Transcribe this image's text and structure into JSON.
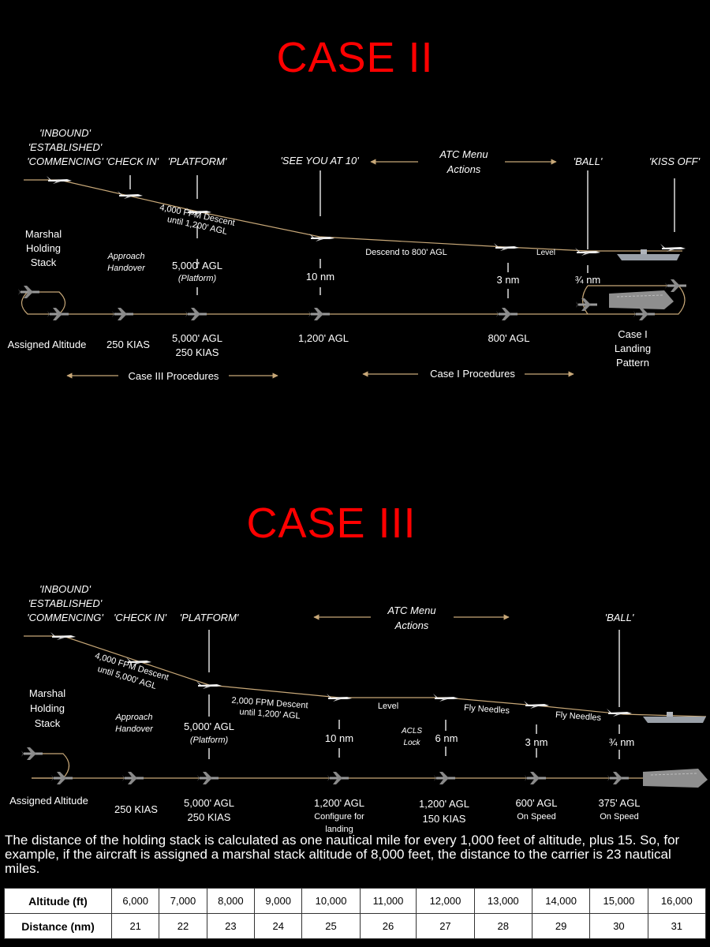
{
  "case2": {
    "title": "CASE II",
    "calls": {
      "inbound": "'INBOUND'",
      "established": "'ESTABLISHED'",
      "commencing": "'COMMENCING'",
      "check_in": "'CHECK IN'",
      "platform": "'PLATFORM'",
      "see_you": "'SEE YOU AT 10'",
      "ball": "'BALL'",
      "kiss_off": "'KISS OFF'"
    },
    "atc_menu": "ATC Menu",
    "atc_actions": "Actions",
    "descent_1": "4,000 FPM Descent",
    "descent_2": "until 1,200' AGL",
    "descend_800": "Descend to 800' AGL",
    "level": "Level",
    "marshal": [
      "Marshal",
      "Holding",
      "Stack"
    ],
    "approach": [
      "Approach",
      "Handover"
    ],
    "platform_alt": "5,000' AGL",
    "platform_paren": "(Platform)",
    "dist_10": "10 nm",
    "dist_3": "3 nm",
    "dist_34": "¾ nm",
    "assigned": "Assigned Altitude",
    "kias_250": "250 KIAS",
    "alt_5000": "5,000' AGL",
    "alt_5000_kias": "250 KIAS",
    "alt_1200": "1,200' AGL",
    "alt_800": "800' AGL",
    "case1_pattern": [
      "Case I",
      "Landing",
      "Pattern"
    ],
    "case3_proc": "Case III Procedures",
    "case1_proc": "Case I Procedures"
  },
  "case3": {
    "title": "CASE III",
    "calls": {
      "inbound": "'INBOUND'",
      "established": "'ESTABLISHED'",
      "commencing": "'COMMENCING'",
      "check_in": "'CHECK IN'",
      "platform": "'PLATFORM'",
      "ball": "'BALL'"
    },
    "atc_menu": "ATC Menu",
    "atc_actions": "Actions",
    "descent_a1": "4,000 FPM Descent",
    "descent_a2": "until 5,000' AGL",
    "descent_b1": "2,000 FPM Descent",
    "descent_b2": "until 1,200' AGL",
    "level": "Level",
    "fly_needles_1": "Fly Needles",
    "fly_needles_2": "Fly Needles",
    "marshal": [
      "Marshal",
      "Holding",
      "Stack"
    ],
    "approach": [
      "Approach",
      "Handover"
    ],
    "platform_alt": "5,000' AGL",
    "platform_paren": "(Platform)",
    "dist_10": "10 nm",
    "acls": [
      "ACLS",
      "Lock"
    ],
    "dist_6": "6 nm",
    "dist_3": "3 nm",
    "dist_34": "¾ nm",
    "assigned": "Assigned Altitude",
    "kias_250": "250 KIAS",
    "alt_5000": "5,000' AGL",
    "alt_5000_kias": "250 KIAS",
    "alt_1200_a": "1,200' AGL",
    "configure": [
      "Configure for",
      "landing"
    ],
    "alt_1200_b": "1,200' AGL",
    "kias_150": "150 KIAS",
    "alt_600": "600' AGL",
    "on_speed_1": "On Speed",
    "alt_375": "375' AGL",
    "on_speed_2": "On Speed"
  },
  "explanation": "The distance of the holding stack is calculated as one nautical mile for every 1,000 feet of altitude, plus 15. So, for example, if the aircraft is assigned a marshal stack altitude of 8,000 feet, the distance to the carrier is 23 nautical miles.",
  "table": {
    "row1_label": "Altitude (ft)",
    "row2_label": "Distance (nm)",
    "altitudes": [
      "6,000",
      "7,000",
      "8,000",
      "9,000",
      "10,000",
      "11,000",
      "12,000",
      "13,000",
      "14,000",
      "15,000",
      "16,000"
    ],
    "distances": [
      "21",
      "22",
      "23",
      "24",
      "25",
      "26",
      "27",
      "28",
      "29",
      "30",
      "31"
    ]
  },
  "colors": {
    "title": "#ff0000",
    "path": "#c8a878",
    "background": "#000000"
  }
}
